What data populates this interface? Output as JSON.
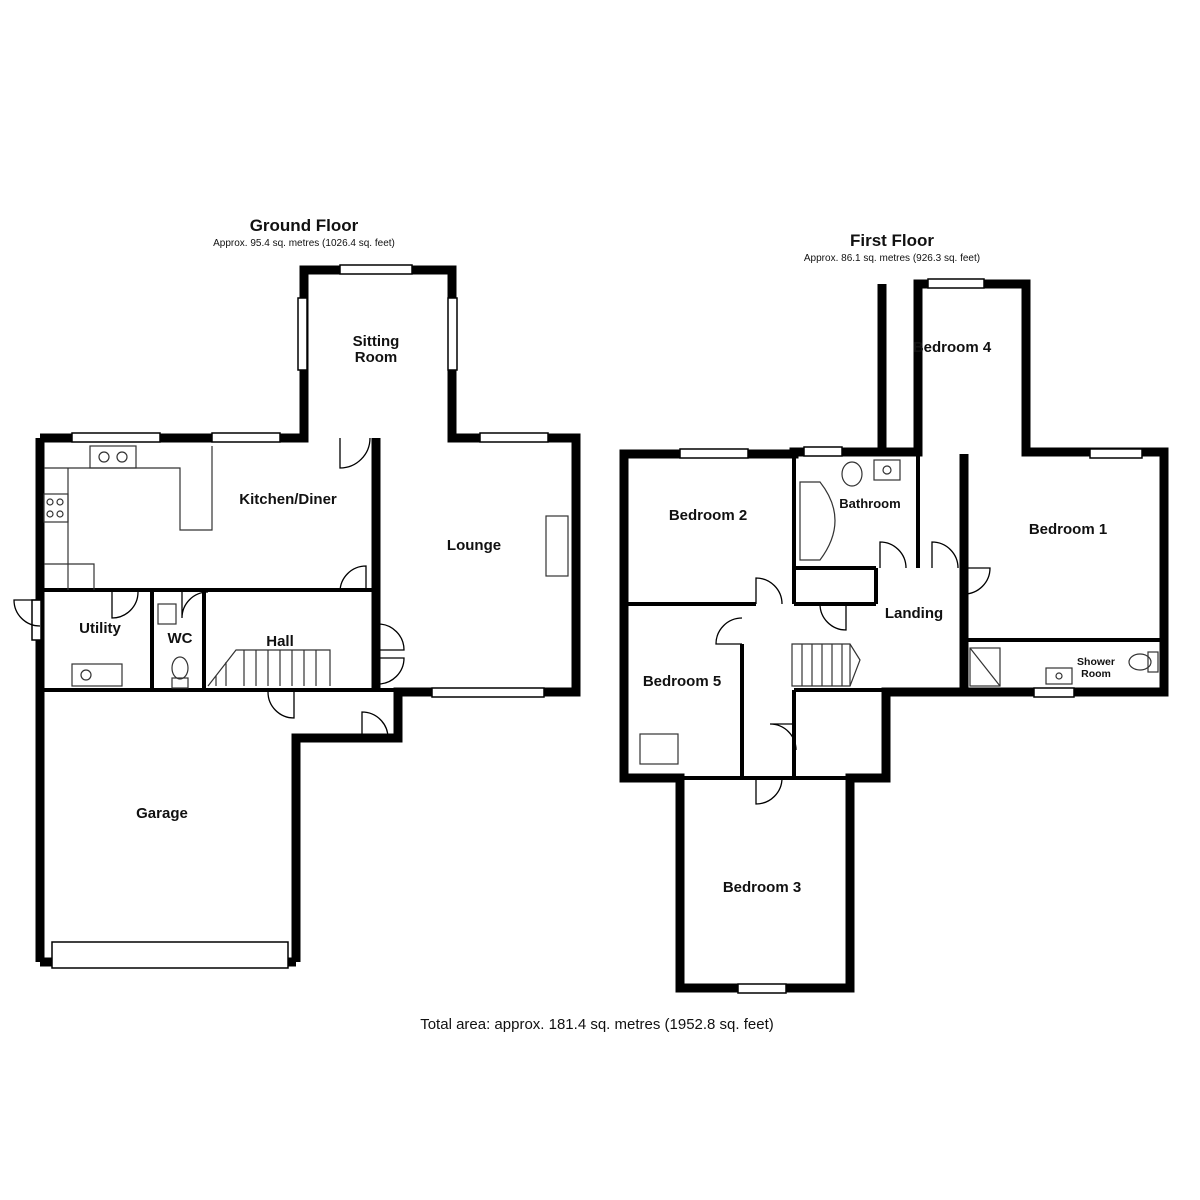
{
  "ground_floor": {
    "title": "Ground Floor",
    "area": "Approx. 95.4 sq. metres (1026.4 sq. feet)",
    "rooms": {
      "sitting_room_1": "Sitting",
      "sitting_room_2": "Room",
      "kitchen": "Kitchen/Diner",
      "lounge": "Lounge",
      "utility": "Utility",
      "wc": "WC",
      "hall": "Hall",
      "garage": "Garage"
    }
  },
  "first_floor": {
    "title": "First Floor",
    "area": "Approx. 86.1 sq. metres (926.3 sq. feet)",
    "rooms": {
      "bedroom_4": "Bedroom 4",
      "bedroom_2": "Bedroom 2",
      "bathroom": "Bathroom",
      "bedroom_1": "Bedroom 1",
      "landing": "Landing",
      "shower_room_1": "Shower",
      "shower_room_2": "Room",
      "bedroom_5": "Bedroom 5",
      "bedroom_3": "Bedroom 3"
    }
  },
  "total_area": "Total area: approx. 181.4 sq. metres (1952.8 sq. feet)",
  "colors": {
    "wall": "#000000",
    "fixture": "#333333",
    "background": "#ffffff"
  }
}
